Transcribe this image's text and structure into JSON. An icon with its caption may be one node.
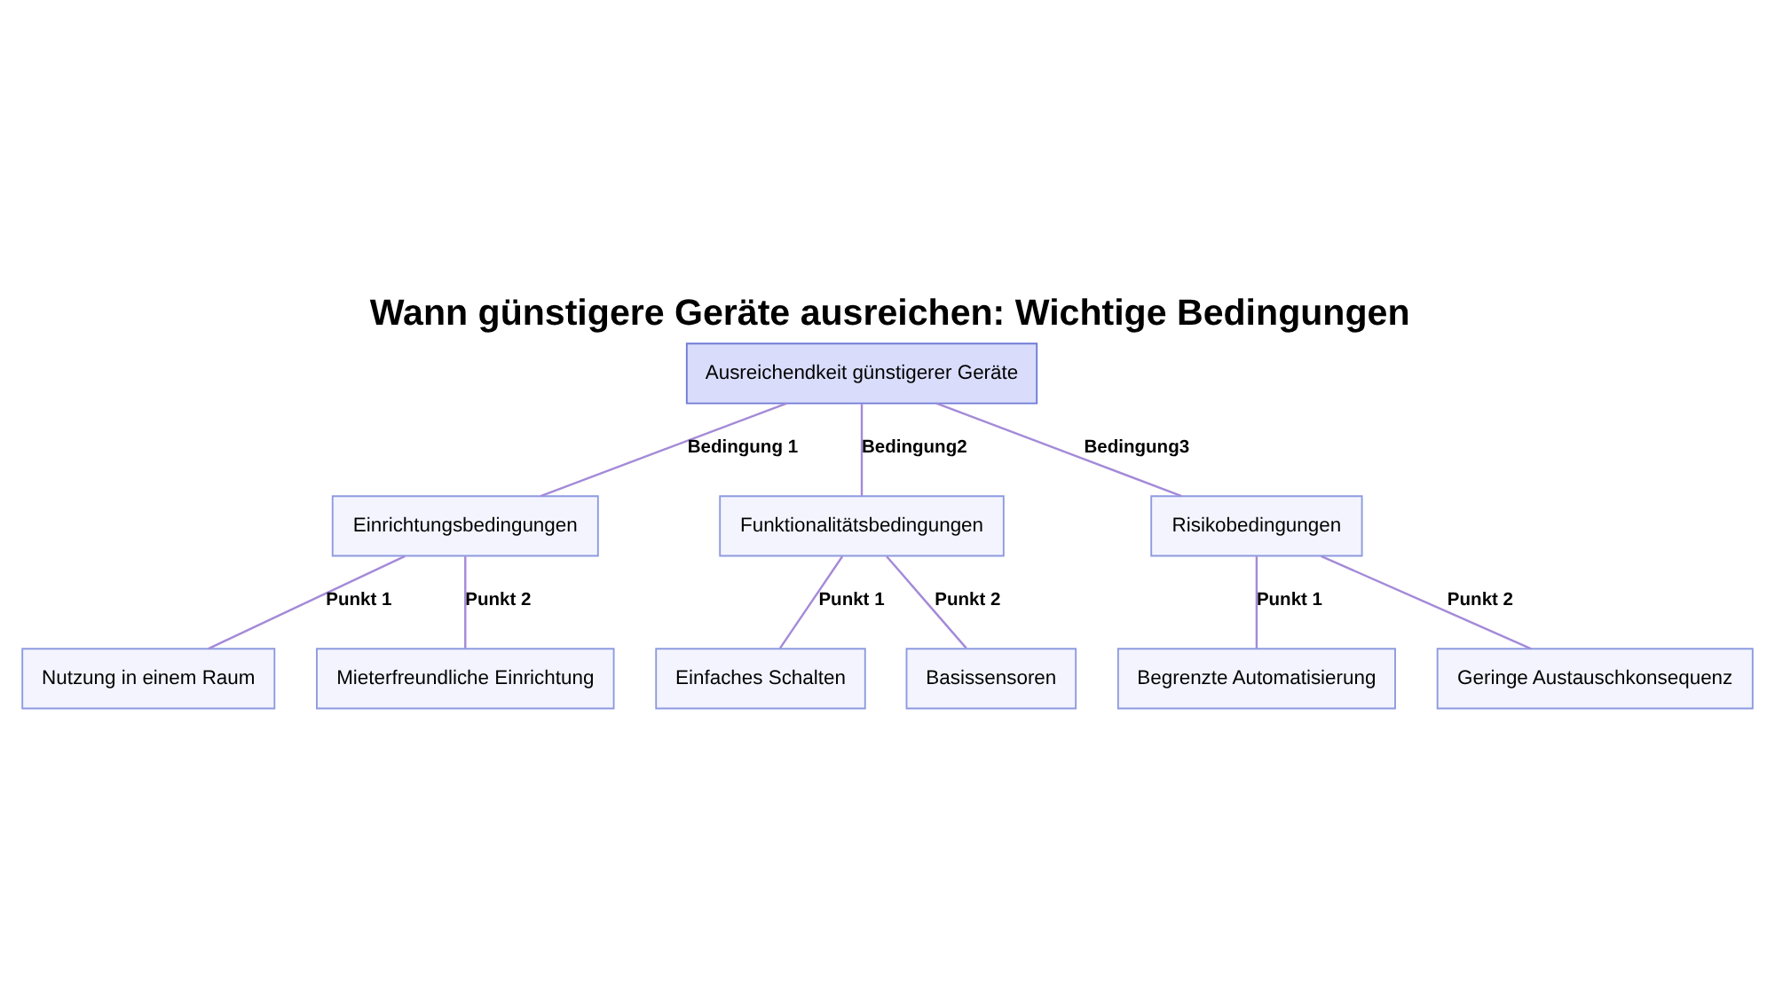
{
  "diagram": {
    "title": "Wann günstigere Geräte ausreichen: Wichtige Bedingungen",
    "nodes": [
      {
        "text": [
          "Ausreichendkeit günstigerer Geräte"
        ]
      },
      {
        "text": [
          "Einrichtungsbedingungen"
        ]
      },
      {
        "text": [
          "Funktionalitätsbedingungen"
        ]
      },
      {
        "text": [
          "Risikobedingungen"
        ]
      },
      {
        "text": [
          "Nutzung in einem Raum"
        ]
      },
      {
        "text": [
          "Mieterfreundliche Einrichtung"
        ]
      },
      {
        "text": [
          "Einfaches Schalten"
        ]
      },
      {
        "text": [
          "Basissensoren"
        ]
      },
      {
        "text": [
          "Begrenzte Automatisierung"
        ]
      },
      {
        "text": [
          "Geringe Austauschkonsequenz"
        ]
      }
    ],
    "edges": [
      {
        "from": 0,
        "to": 1,
        "arrow": "none",
        "label": "Bedingung 1"
      },
      {
        "from": 0,
        "to": 2,
        "arrow": "none",
        "label": "Bedingung2"
      },
      {
        "from": 0,
        "to": 3,
        "arrow": "none",
        "label": "Bedingung3"
      },
      {
        "from": 1,
        "to": 4,
        "arrow": "none",
        "label": "Punkt 1"
      },
      {
        "from": 1,
        "to": 5,
        "arrow": "none",
        "label": "Punkt 2"
      },
      {
        "from": 2,
        "to": 6,
        "arrow": "none",
        "label": "Punkt 1"
      },
      {
        "from": 2,
        "to": 7,
        "arrow": "none",
        "label": "Punkt 2"
      },
      {
        "from": 3,
        "to": 8,
        "arrow": "none",
        "label": "Punkt 1"
      },
      {
        "from": 3,
        "to": 9,
        "arrow": "none",
        "label": "Punkt 2"
      }
    ]
  }
}
